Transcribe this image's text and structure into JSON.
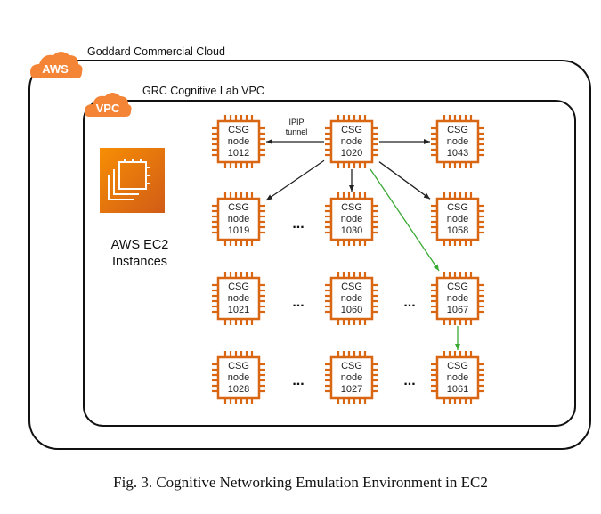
{
  "aws_region": {
    "badge": "AWS",
    "label": "Goddard Commercial Cloud"
  },
  "vpc": {
    "badge": "VPC",
    "label": "GRC Cognitive Lab VPC"
  },
  "ec2_icon": {
    "label_line1": "AWS EC2",
    "label_line2": "Instances"
  },
  "tunnel_label": {
    "line1": "IPIP",
    "line2": "tunnel"
  },
  "ellipsis": "...",
  "node_prefix": "CSG",
  "node_word": "node",
  "nodes": [
    {
      "id": "1012"
    },
    {
      "id": "1020"
    },
    {
      "id": "1043"
    },
    {
      "id": "1019"
    },
    {
      "id": "1030"
    },
    {
      "id": "1058"
    },
    {
      "id": "1021"
    },
    {
      "id": "1060"
    },
    {
      "id": "1067"
    },
    {
      "id": "1028"
    },
    {
      "id": "1027"
    },
    {
      "id": "1061"
    }
  ],
  "edges": [
    {
      "from": "1020",
      "to": "1012",
      "color": "#222222"
    },
    {
      "from": "1020",
      "to": "1043",
      "color": "#222222"
    },
    {
      "from": "1020",
      "to": "1019",
      "color": "#222222"
    },
    {
      "from": "1020",
      "to": "1030",
      "color": "#222222"
    },
    {
      "from": "1020",
      "to": "1058",
      "color": "#222222"
    },
    {
      "from": "1020",
      "to": "1067",
      "color": "#3aaa35"
    },
    {
      "from": "1067",
      "to": "1061",
      "color": "#3aaa35"
    }
  ],
  "colors": {
    "aws_orange": "#f58536",
    "chip_border": "#d86613",
    "ec2_gradient_top": "#f78e04",
    "ec2_gradient_bottom": "#d05c17",
    "green_edge": "#3aaa35"
  },
  "caption": "Fig. 3.  Cognitive Networking Emulation Environment in EC2"
}
